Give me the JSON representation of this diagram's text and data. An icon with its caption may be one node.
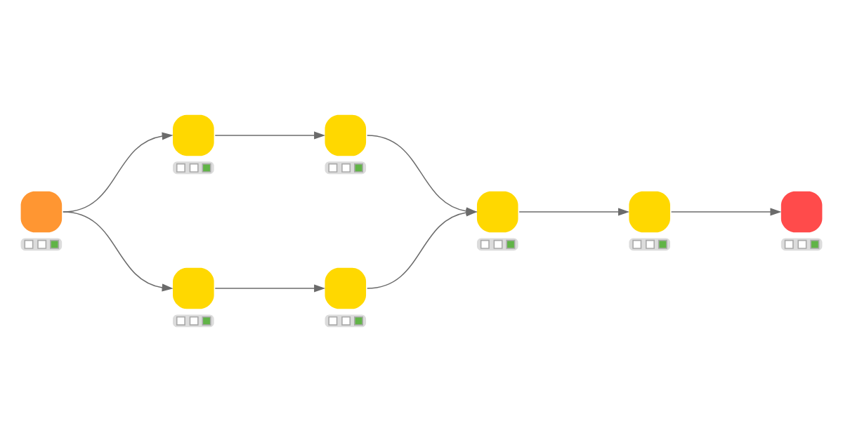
{
  "diagram": {
    "nodes": [
      {
        "text": [],
        "shape": "box"
      },
      {
        "text": [],
        "shape": "box"
      },
      {
        "text": [],
        "shape": "box"
      },
      {
        "text": [],
        "shape": "box"
      },
      {
        "text": [],
        "shape": "box"
      },
      {
        "text": [],
        "shape": "box"
      },
      {
        "text": [],
        "shape": "box"
      },
      {
        "text": [],
        "shape": "box"
      }
    ],
    "edges": [
      {
        "from": 0,
        "to": 1,
        "arrow": "to"
      },
      {
        "from": 0,
        "to": 2,
        "arrow": "to"
      },
      {
        "from": 1,
        "to": 3,
        "arrow": "to"
      },
      {
        "from": 2,
        "to": 4,
        "arrow": "to"
      },
      {
        "from": 3,
        "to": 5,
        "arrow": "to"
      },
      {
        "from": 4,
        "to": 5,
        "arrow": "to"
      },
      {
        "from": 5,
        "to": 6,
        "arrow": "to"
      },
      {
        "from": 6,
        "to": 7,
        "arrow": "to"
      }
    ]
  }
}
